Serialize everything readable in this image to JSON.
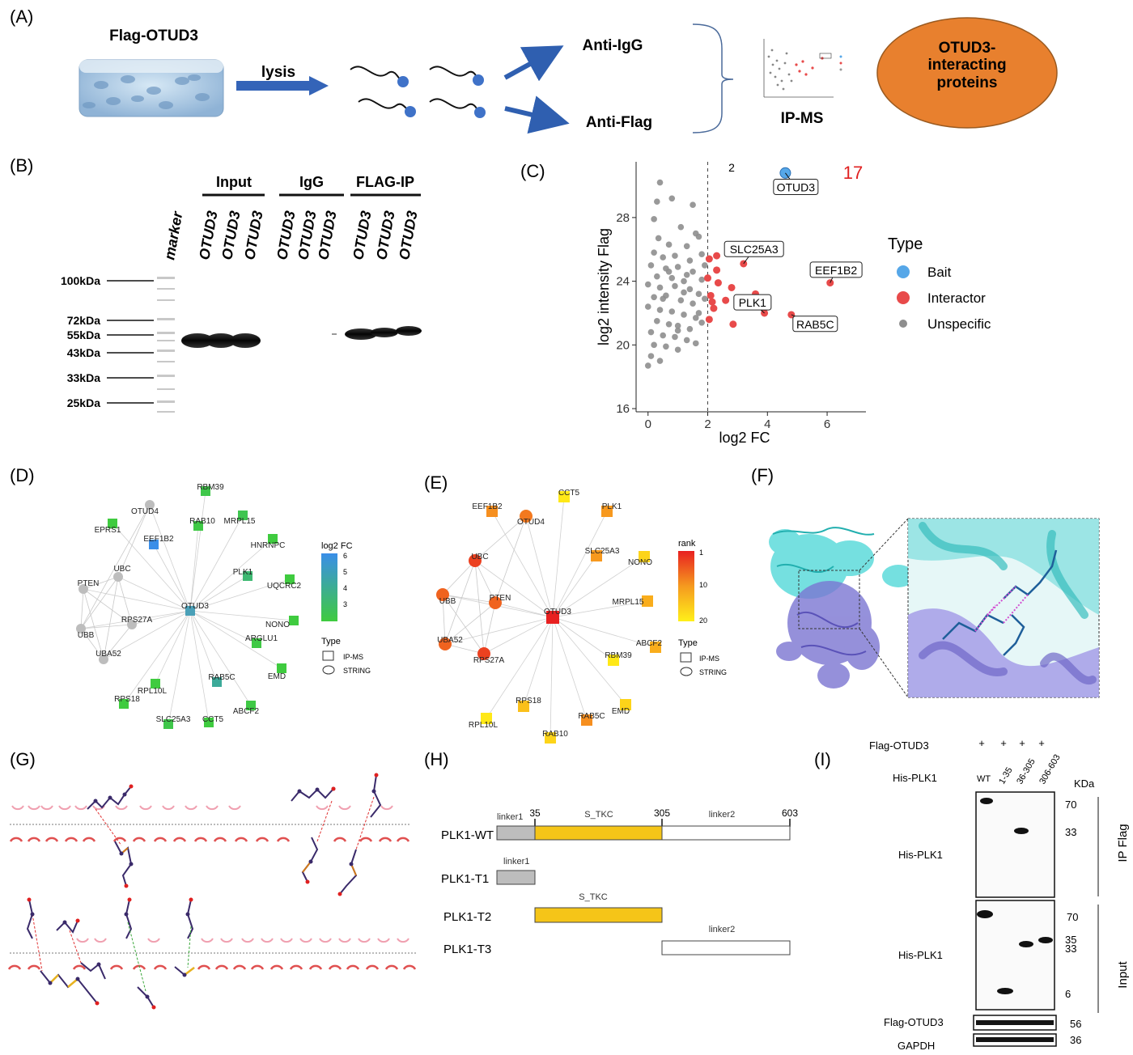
{
  "panels": {
    "A": {
      "label": "(A)",
      "title": "Flag-OTUD3",
      "lysis": "lysis",
      "anti_igg": "Anti-IgG",
      "anti_flag": "Anti-Flag",
      "ipms": "IP-MS",
      "result_lines": [
        "OTUD3-",
        "interacting",
        "proteins"
      ],
      "result_color": "#E8802E"
    },
    "B": {
      "label": "(B)",
      "groups": [
        "Input",
        "IgG",
        "FLAG-IP"
      ],
      "lane_label": "OTUD3",
      "marker": "marker",
      "mw": [
        "100kDa",
        "72kDa",
        "55kDa",
        "43kDa",
        "33kDa",
        "25kDa"
      ]
    },
    "C": {
      "label": "(C)",
      "count_left": "2",
      "count_right": "17",
      "legend_title": "Type",
      "legend": [
        {
          "name": "Bait",
          "color": "#56A7E8"
        },
        {
          "name": "Interactor",
          "color": "#E84A4A"
        },
        {
          "name": "Unspecific",
          "color": "#8E8E8E"
        }
      ]
    },
    "D": {
      "label": "(D)",
      "scale_title": "log2 FC",
      "scale_ticks": [
        "6",
        "5",
        "4",
        "3"
      ],
      "type_title": "Type",
      "type_items": [
        "IP-MS",
        "STRING"
      ],
      "colors": {
        "high": "#3A8EE8",
        "low": "#3FCB3F",
        "string": "#BDBDBD"
      }
    },
    "E": {
      "label": "(E)",
      "scale_title": "rank",
      "scale_ticks": [
        "1",
        "10",
        "20"
      ],
      "type_title": "Type",
      "type_items": [
        "IP-MS",
        "STRING"
      ],
      "colors": {
        "top": "#E82020",
        "mid": "#F58A1F",
        "low": "#FFE817"
      }
    },
    "F": {
      "label": "(F)"
    },
    "G": {
      "label": "(G)"
    },
    "H": {
      "label": "(H)",
      "rows": [
        "PLK1-WT",
        "PLK1-T1",
        "PLK1-T2",
        "PLK1-T3"
      ],
      "domains": [
        "linker1",
        "S_TKC",
        "linker2"
      ],
      "positions": [
        "35",
        "305",
        "603"
      ],
      "colors": {
        "linker1": "#BDBDBD",
        "stkc": "#F5C518",
        "linker2": "#FFFFFF"
      }
    },
    "I": {
      "label": "(I)",
      "flag_row": "Flag-OTUD3",
      "his_row": "His-PLK1",
      "plus": "+",
      "lanes": [
        "WT",
        "1-35",
        "36-305",
        "306-603"
      ],
      "kda": "KDa",
      "ip_mw": [
        "70",
        "33"
      ],
      "input_mw": [
        "70",
        "35",
        "33",
        "6"
      ],
      "blot_label": "His-PLK1",
      "ip_side": "IP Flag",
      "input_side": "Input",
      "flag_blot": "Flag-OTUD3",
      "flag_mw": "56",
      "gapdh": "GAPDH",
      "gapdh_mw": "36"
    }
  },
  "chart_data": {
    "type": "scatter",
    "xlabel": "log2 FC",
    "ylabel": "log2 intensity Flag",
    "xlim": [
      -0.4,
      7.3
    ],
    "ylim": [
      15.8,
      31.5
    ],
    "xticks": [
      "0",
      "2",
      "4",
      "6"
    ],
    "yticks": [
      "16",
      "20",
      "24",
      "28"
    ],
    "threshold_x": 2,
    "grid": false,
    "legend_position": "right",
    "series": [
      {
        "name": "Bait",
        "points": [
          [
            4.6,
            30.8
          ]
        ]
      },
      {
        "name": "Interactor",
        "points": [
          [
            2.05,
            25.4
          ],
          [
            2.3,
            25.6
          ],
          [
            3.2,
            25.1
          ],
          [
            2.3,
            24.7
          ],
          [
            2.0,
            24.2
          ],
          [
            2.35,
            23.9
          ],
          [
            2.8,
            23.6
          ],
          [
            2.1,
            23.1
          ],
          [
            2.6,
            22.8
          ],
          [
            3.6,
            23.2
          ],
          [
            3.9,
            22.0
          ],
          [
            2.05,
            21.6
          ],
          [
            2.2,
            22.3
          ],
          [
            2.85,
            21.3
          ],
          [
            4.8,
            21.9
          ],
          [
            6.1,
            23.9
          ],
          [
            2.15,
            22.7
          ]
        ]
      },
      {
        "name": "Unspecific",
        "points": [
          [
            0.4,
            30.2
          ],
          [
            0.8,
            29.2
          ],
          [
            0.3,
            29.0
          ],
          [
            1.5,
            28.8
          ],
          [
            0.2,
            27.9
          ],
          [
            1.1,
            27.4
          ],
          [
            1.6,
            27.0
          ],
          [
            0.7,
            26.3
          ],
          [
            1.3,
            26.2
          ],
          [
            1.7,
            26.8
          ],
          [
            0.2,
            25.8
          ],
          [
            0.5,
            25.5
          ],
          [
            0.9,
            25.6
          ],
          [
            1.4,
            25.3
          ],
          [
            1.9,
            25.0
          ],
          [
            0.1,
            25.0
          ],
          [
            0.6,
            24.8
          ],
          [
            1.0,
            24.9
          ],
          [
            1.5,
            24.6
          ],
          [
            0.3,
            24.3
          ],
          [
            0.8,
            24.2
          ],
          [
            1.2,
            24.0
          ],
          [
            1.8,
            24.1
          ],
          [
            0.0,
            23.8
          ],
          [
            0.4,
            23.6
          ],
          [
            0.9,
            23.7
          ],
          [
            1.4,
            23.5
          ],
          [
            1.7,
            23.2
          ],
          [
            0.2,
            23.0
          ],
          [
            0.6,
            23.1
          ],
          [
            1.1,
            22.8
          ],
          [
            1.5,
            22.6
          ],
          [
            1.9,
            22.9
          ],
          [
            0.0,
            22.4
          ],
          [
            0.4,
            22.2
          ],
          [
            0.8,
            22.1
          ],
          [
            1.2,
            21.9
          ],
          [
            1.6,
            21.7
          ],
          [
            0.3,
            21.5
          ],
          [
            0.7,
            21.3
          ],
          [
            1.0,
            21.2
          ],
          [
            1.4,
            21.0
          ],
          [
            1.8,
            21.4
          ],
          [
            0.1,
            20.8
          ],
          [
            0.5,
            20.6
          ],
          [
            0.9,
            20.5
          ],
          [
            1.3,
            20.3
          ],
          [
            0.2,
            20.0
          ],
          [
            0.6,
            19.9
          ],
          [
            1.0,
            19.7
          ],
          [
            0.1,
            19.3
          ],
          [
            0.4,
            19.0
          ],
          [
            0.0,
            18.7
          ],
          [
            1.7,
            22.0
          ],
          [
            1.2,
            23.3
          ],
          [
            0.7,
            24.6
          ],
          [
            1.8,
            25.7
          ],
          [
            0.35,
            26.7
          ],
          [
            1.0,
            20.9
          ],
          [
            1.6,
            20.1
          ],
          [
            0.5,
            22.9
          ],
          [
            1.3,
            24.4
          ]
        ]
      }
    ],
    "labels": [
      {
        "text": "OTUD3",
        "point": [
          4.6,
          30.8
        ],
        "at": [
          4.95,
          29.9
        ]
      },
      {
        "text": "SLC25A3",
        "point": [
          3.2,
          25.1
        ],
        "at": [
          3.55,
          26.0
        ]
      },
      {
        "text": "EEF1B2",
        "point": [
          6.1,
          23.9
        ],
        "at": [
          6.3,
          24.7
        ]
      },
      {
        "text": "PLK1",
        "point": [
          3.9,
          22.0
        ],
        "at": [
          3.5,
          22.65
        ]
      },
      {
        "text": "RAB5C",
        "point": [
          4.8,
          21.9
        ],
        "at": [
          5.6,
          21.3
        ]
      }
    ]
  },
  "network_d": {
    "center": {
      "label": "OTUD3"
    },
    "nodes": [
      {
        "label": "RBM39",
        "kind": "ipms",
        "fc": 3.2
      },
      {
        "label": "RAB10",
        "kind": "ipms",
        "fc": 3.1
      },
      {
        "label": "MRPL15",
        "kind": "ipms",
        "fc": 3.3
      },
      {
        "label": "HNRNPC",
        "kind": "ipms",
        "fc": 3.0
      },
      {
        "label": "PLK1",
        "kind": "ipms",
        "fc": 3.9
      },
      {
        "label": "UQCRC2",
        "kind": "ipms",
        "fc": 3.0
      },
      {
        "label": "NONO",
        "kind": "ipms",
        "fc": 3.0
      },
      {
        "label": "ARGLU1",
        "kind": "ipms",
        "fc": 3.1
      },
      {
        "label": "EMD",
        "kind": "ipms",
        "fc": 3.0
      },
      {
        "label": "RAB5C",
        "kind": "ipms",
        "fc": 4.6
      },
      {
        "label": "ABCF2",
        "kind": "ipms",
        "fc": 3.1
      },
      {
        "label": "CCT5",
        "kind": "ipms",
        "fc": 3.0
      },
      {
        "label": "SLC25A3",
        "kind": "ipms",
        "fc": 3.2
      },
      {
        "label": "RPS18",
        "kind": "ipms",
        "fc": 3.0
      },
      {
        "label": "RPL10L",
        "kind": "ipms",
        "fc": 3.0
      },
      {
        "label": "UBA52",
        "kind": "string"
      },
      {
        "label": "UBB",
        "kind": "string"
      },
      {
        "label": "PTEN",
        "kind": "string"
      },
      {
        "label": "RPS27A",
        "kind": "string"
      },
      {
        "label": "UBC",
        "kind": "string"
      },
      {
        "label": "EEF1B2",
        "kind": "ipms",
        "fc": 6.0
      },
      {
        "label": "EPRS1",
        "kind": "ipms",
        "fc": 3.0
      },
      {
        "label": "OTUD4",
        "kind": "string"
      }
    ]
  },
  "network_e": {
    "center": {
      "label": "OTUD3",
      "rank": 1
    },
    "nodes": [
      {
        "label": "CCT5",
        "kind": "ipms",
        "rank": 20
      },
      {
        "label": "PLK1",
        "kind": "ipms",
        "rank": 12
      },
      {
        "label": "SLC25A3",
        "kind": "ipms",
        "rank": 12
      },
      {
        "label": "NONO",
        "kind": "ipms",
        "rank": 18
      },
      {
        "label": "MRPL15",
        "kind": "ipms",
        "rank": 14
      },
      {
        "label": "ABCF2",
        "kind": "ipms",
        "rank": 14
      },
      {
        "label": "RBM39",
        "kind": "ipms",
        "rank": 20
      },
      {
        "label": "EMD",
        "kind": "ipms",
        "rank": 18
      },
      {
        "label": "RAB5C",
        "kind": "ipms",
        "rank": 11
      },
      {
        "label": "RAB10",
        "kind": "ipms",
        "rank": 18
      },
      {
        "label": "RPL10L",
        "kind": "ipms",
        "rank": 20
      },
      {
        "label": "RPS18",
        "kind": "ipms",
        "rank": 16
      },
      {
        "label": "RPS27A",
        "kind": "string",
        "rank": 4
      },
      {
        "label": "UBA52",
        "kind": "string",
        "rank": 7
      },
      {
        "label": "UBB",
        "kind": "string",
        "rank": 7
      },
      {
        "label": "PTEN",
        "kind": "string",
        "rank": 7
      },
      {
        "label": "UBC",
        "kind": "string",
        "rank": 4
      },
      {
        "label": "OTUD4",
        "kind": "string",
        "rank": 9
      },
      {
        "label": "EEF1B2",
        "kind": "ipms",
        "rank": 11
      }
    ]
  }
}
